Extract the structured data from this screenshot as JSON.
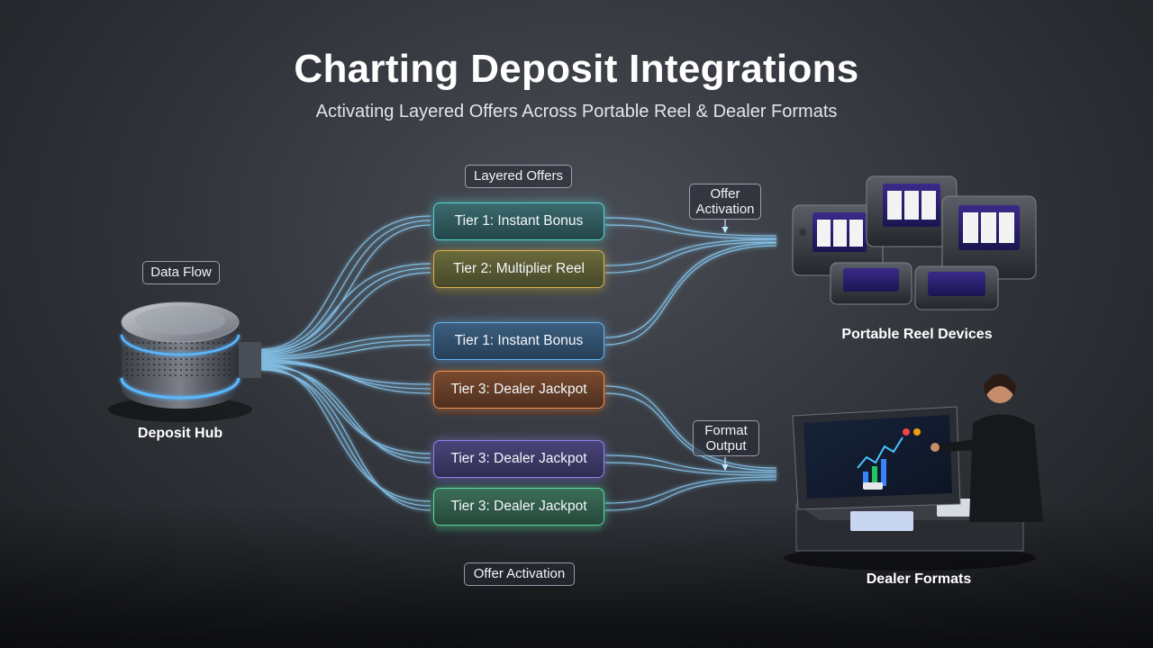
{
  "header": {
    "title": "Charting Deposit Integrations",
    "subtitle": "Activating Layered Offers Across Portable Reel & Dealer Formats"
  },
  "tags": {
    "data_flow": "Data Flow",
    "layered_offers": "Layered Offers",
    "offer_activation_top_line1": "Offer",
    "offer_activation_top_line2": "Activation",
    "format_output_line1": "Format",
    "format_output_line2": "Output",
    "offer_activation_bottom": "Offer Activation"
  },
  "hub": {
    "label": "Deposit Hub"
  },
  "tiers": [
    {
      "label": "Tier 1: Instant Bonus",
      "color": "#58d6d8"
    },
    {
      "label": "Tier 2: Multiplier Reel",
      "color": "#d9b552"
    },
    {
      "label": "Tier 1: Instant Bonus",
      "color": "#66b6f2"
    },
    {
      "label": "Tier 3: Dealer Jackpot",
      "color": "#f0904e"
    },
    {
      "label": "Tier 3: Dealer Jackpot",
      "color": "#8e84ea"
    },
    {
      "label": "Tier 3: Dealer Jackpot",
      "color": "#58dca0"
    }
  ],
  "outputs": {
    "portable": {
      "label": "Portable Reel Devices"
    },
    "dealer": {
      "label": "Dealer Formats"
    }
  },
  "colors": {
    "flow_line": "#8fd4ff",
    "accent_glow": "#5ab8ff"
  }
}
